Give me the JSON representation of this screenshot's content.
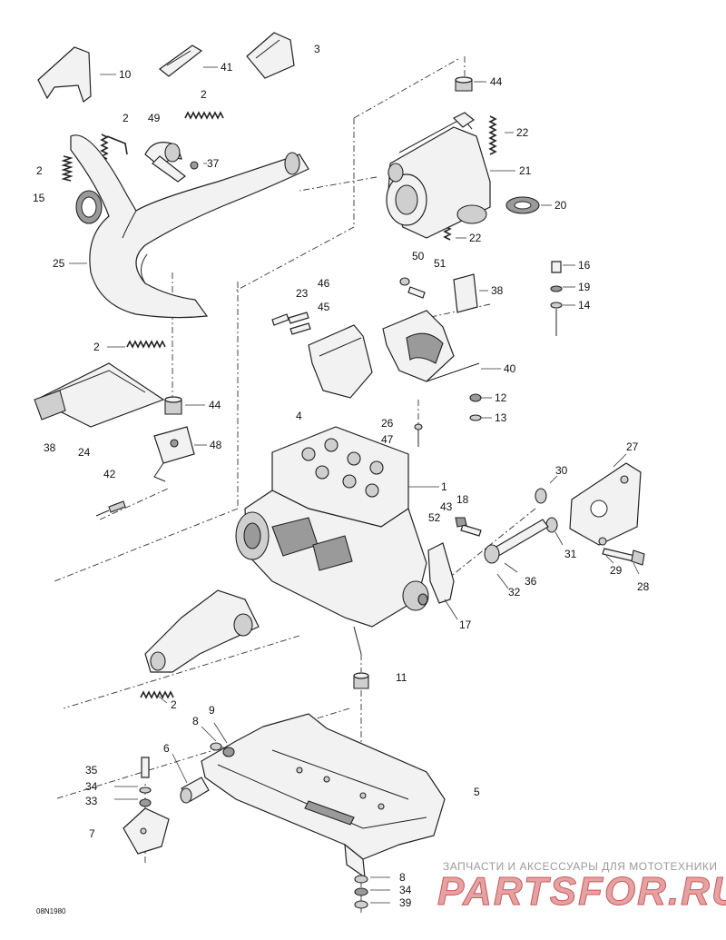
{
  "diagram": {
    "reference_code": "08N1980",
    "watermark": {
      "tagline": "ЗАПЧАСТИ И АКСЕССУАРЫ ДЛЯ МОТОТЕХНИКИ",
      "logo_text": "PARTSFOR.RU"
    },
    "callouts": [
      {
        "id": "c10",
        "text": "10"
      },
      {
        "id": "c41",
        "text": "41"
      },
      {
        "id": "c3",
        "text": "3"
      },
      {
        "id": "c44a",
        "text": "44"
      },
      {
        "id": "c2a",
        "text": "2"
      },
      {
        "id": "c2b",
        "text": "2"
      },
      {
        "id": "c49",
        "text": "49"
      },
      {
        "id": "c22a",
        "text": "22"
      },
      {
        "id": "c37",
        "text": "37"
      },
      {
        "id": "c21",
        "text": "21"
      },
      {
        "id": "c2c",
        "text": "2"
      },
      {
        "id": "c15",
        "text": "15"
      },
      {
        "id": "c20",
        "text": "20"
      },
      {
        "id": "c22b",
        "text": "22"
      },
      {
        "id": "c25",
        "text": "25"
      },
      {
        "id": "c50",
        "text": "50"
      },
      {
        "id": "c51",
        "text": "51"
      },
      {
        "id": "c16",
        "text": "16"
      },
      {
        "id": "c46",
        "text": "46"
      },
      {
        "id": "c23",
        "text": "23"
      },
      {
        "id": "c19",
        "text": "19"
      },
      {
        "id": "c38a",
        "text": "38"
      },
      {
        "id": "c45",
        "text": "45"
      },
      {
        "id": "c14",
        "text": "14"
      },
      {
        "id": "c2d",
        "text": "2"
      },
      {
        "id": "c40",
        "text": "40"
      },
      {
        "id": "c12",
        "text": "12"
      },
      {
        "id": "c44b",
        "text": "44"
      },
      {
        "id": "c4",
        "text": "4"
      },
      {
        "id": "c13",
        "text": "13"
      },
      {
        "id": "c26",
        "text": "26"
      },
      {
        "id": "c47",
        "text": "47"
      },
      {
        "id": "c38b",
        "text": "38"
      },
      {
        "id": "c24",
        "text": "24"
      },
      {
        "id": "c48",
        "text": "48"
      },
      {
        "id": "c27",
        "text": "27"
      },
      {
        "id": "c42",
        "text": "42"
      },
      {
        "id": "c1",
        "text": "1"
      },
      {
        "id": "c30",
        "text": "30"
      },
      {
        "id": "c43",
        "text": "43"
      },
      {
        "id": "c18",
        "text": "18"
      },
      {
        "id": "c52",
        "text": "52"
      },
      {
        "id": "c31",
        "text": "31"
      },
      {
        "id": "c29",
        "text": "29"
      },
      {
        "id": "c28",
        "text": "28"
      },
      {
        "id": "c36",
        "text": "36"
      },
      {
        "id": "c32",
        "text": "32"
      },
      {
        "id": "c17",
        "text": "17"
      },
      {
        "id": "c11",
        "text": "11"
      },
      {
        "id": "c2e",
        "text": "2"
      },
      {
        "id": "c9",
        "text": "9"
      },
      {
        "id": "c8a",
        "text": "8"
      },
      {
        "id": "c6",
        "text": "6"
      },
      {
        "id": "c35",
        "text": "35"
      },
      {
        "id": "c34a",
        "text": "34"
      },
      {
        "id": "c33",
        "text": "33"
      },
      {
        "id": "c5",
        "text": "5"
      },
      {
        "id": "c7",
        "text": "7"
      },
      {
        "id": "c8b",
        "text": "8"
      },
      {
        "id": "c34b",
        "text": "34"
      },
      {
        "id": "c39",
        "text": "39"
      }
    ]
  }
}
